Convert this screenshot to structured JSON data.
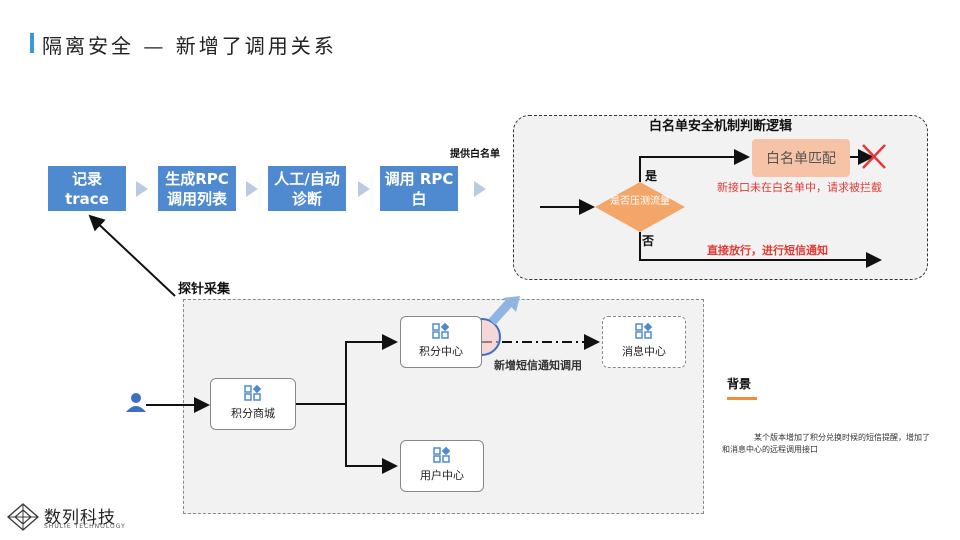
{
  "title": "隔离安全 — 新增了调用关系",
  "pipeline": {
    "steps": [
      {
        "label": "记录 trace"
      },
      {
        "label": "生成RPC调用列表"
      },
      {
        "label": "人工/自动诊断"
      },
      {
        "label": "调用 RPC 白"
      }
    ]
  },
  "whitelist_logic": {
    "title": "白名单安全机制判断逻辑",
    "provide_label": "提供白名单",
    "decision": "是否压测流量",
    "yes": "是",
    "no": "否",
    "match_box": "白名单匹配",
    "reject_note": "新接口未在白名单中，请求被拦截",
    "pass_note": "直接放行，进行短信通知"
  },
  "collection": {
    "label": "探针采集",
    "services": {
      "points_mall": "积分商城",
      "points_center": "积分中心",
      "message_center": "消息中心",
      "user_center": "用户中心"
    },
    "new_call_label": "新增短信通知调用"
  },
  "background": {
    "title": "背景",
    "description": "某个版本增加了积分兑换时候的短信提醒，增加了和消息中心的远程调用接口"
  },
  "logo": {
    "name": "数列科技",
    "subtitle": "SHULIE TECHNOLOGY"
  },
  "colors": {
    "step_blue": "#4f8ad0",
    "decision_orange": "#f4a56a",
    "reject_red": "#e53935",
    "accent_orange": "#f08c3c",
    "title_bar": "#3a9ad9"
  }
}
